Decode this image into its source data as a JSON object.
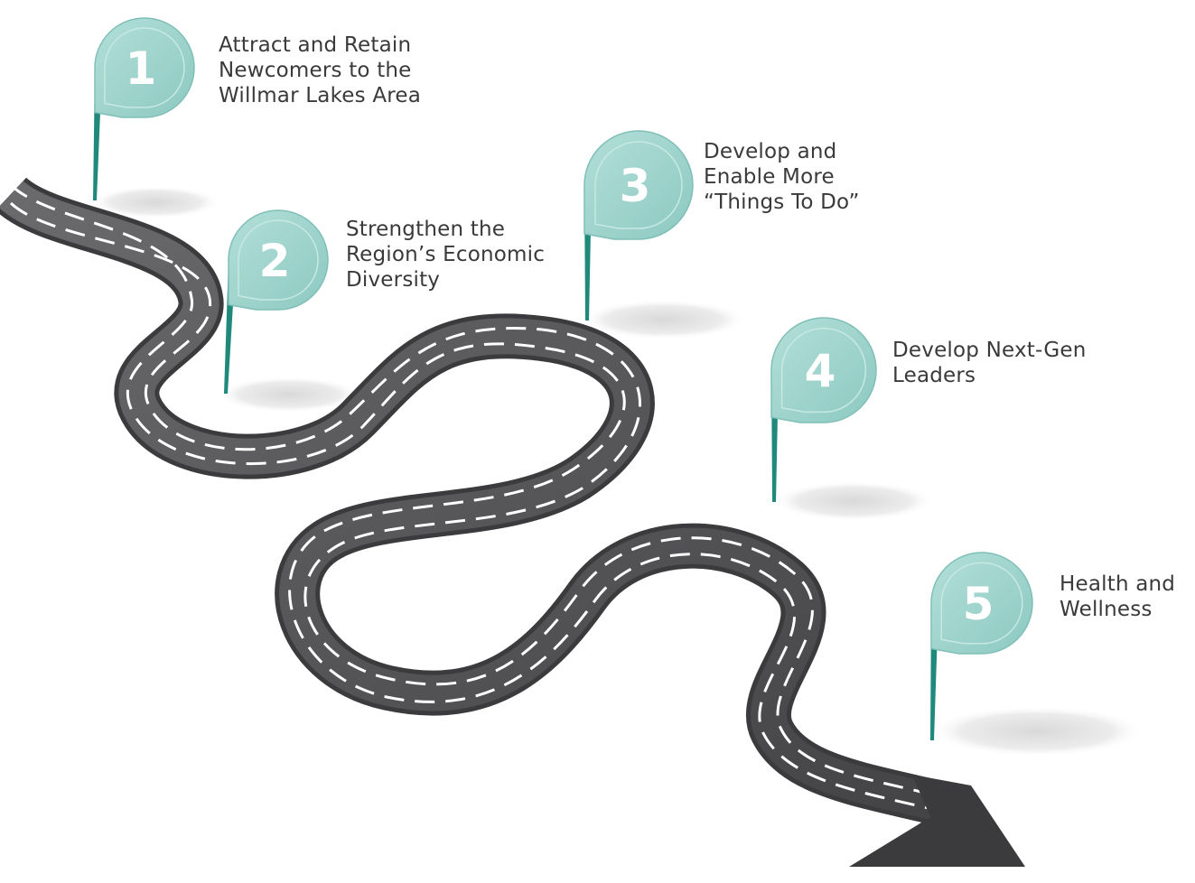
{
  "steps": [
    {
      "number": "1",
      "text": "Attract and Retain\nNewcomers to the\nWillmar Lakes Area"
    },
    {
      "number": "2",
      "text": "Strengthen the\nRegion’s Economic\nDiversity"
    },
    {
      "number": "3",
      "text": "Develop and\nEnable More\n“Things To Do”"
    },
    {
      "number": "4",
      "text": "Develop Next-Gen\nLeaders"
    },
    {
      "number": "5",
      "text": "Health and\nWellness"
    }
  ],
  "colors": {
    "pin": "#9dd3cc",
    "pin_edge": "#7fbfb7",
    "pin_stem": "#1f8a7c",
    "road": "#5a5a5c",
    "road_dark": "#3b3b3d",
    "lane": "#ffffff",
    "shadow": "#dcdcdc",
    "text": "#3a3a3a"
  }
}
